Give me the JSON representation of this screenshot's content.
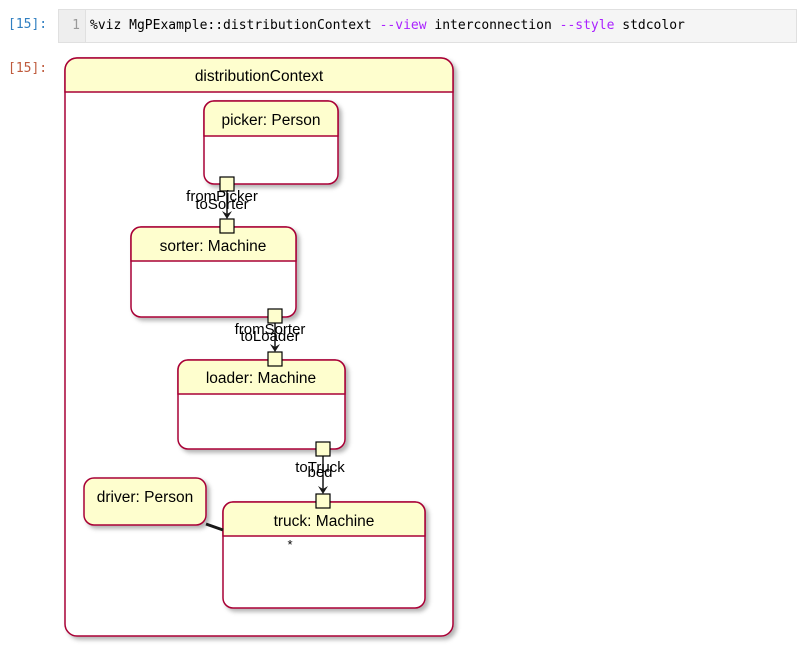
{
  "cell": {
    "in_prompt": "[15]:",
    "out_prompt": "[15]:",
    "line_number": "1",
    "code": {
      "magic": "%viz MgPExample::distributionContext ",
      "flag_view": "--view",
      "view_value": " interconnection ",
      "flag_style": "--style",
      "style_value": " stdcolor"
    }
  },
  "diagram": {
    "container": "distributionContext",
    "parts": {
      "picker": "picker: Person",
      "sorter": "sorter: Machine",
      "loader": "loader: Machine",
      "driver": "driver: Person",
      "truck": "truck: Machine"
    },
    "port_labels": {
      "from_picker": "fromPicker",
      "to_sorter": "toSorter",
      "from_sorter": "fromSorter",
      "to_loader": "toLoader",
      "to_truck": "toTruck",
      "bed": "bed"
    },
    "multiplicity": "*",
    "colors": {
      "box_fill": "#fefece",
      "box_border": "#a80036",
      "port_fill": "#fefece",
      "port_border": "#000000"
    }
  }
}
